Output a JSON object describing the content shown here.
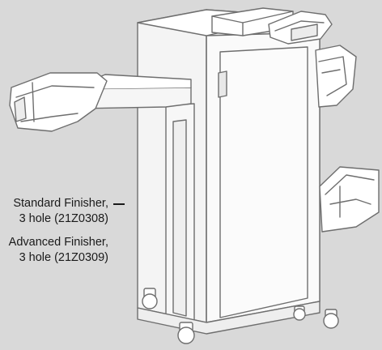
{
  "labels": {
    "standard_finisher": {
      "line1": "Standard Finisher,",
      "line2": "3 hole (21Z0308)"
    },
    "advanced_finisher": {
      "line1": "Advanced Finisher,",
      "line2": "3 hole (21Z0309)"
    }
  },
  "colors": {
    "background": "#d9d9d9",
    "line_art": "#6e6e6e",
    "fill": "#f4f4f4",
    "text": "#1a1a1a"
  },
  "icons": [
    "finisher-illustration"
  ]
}
